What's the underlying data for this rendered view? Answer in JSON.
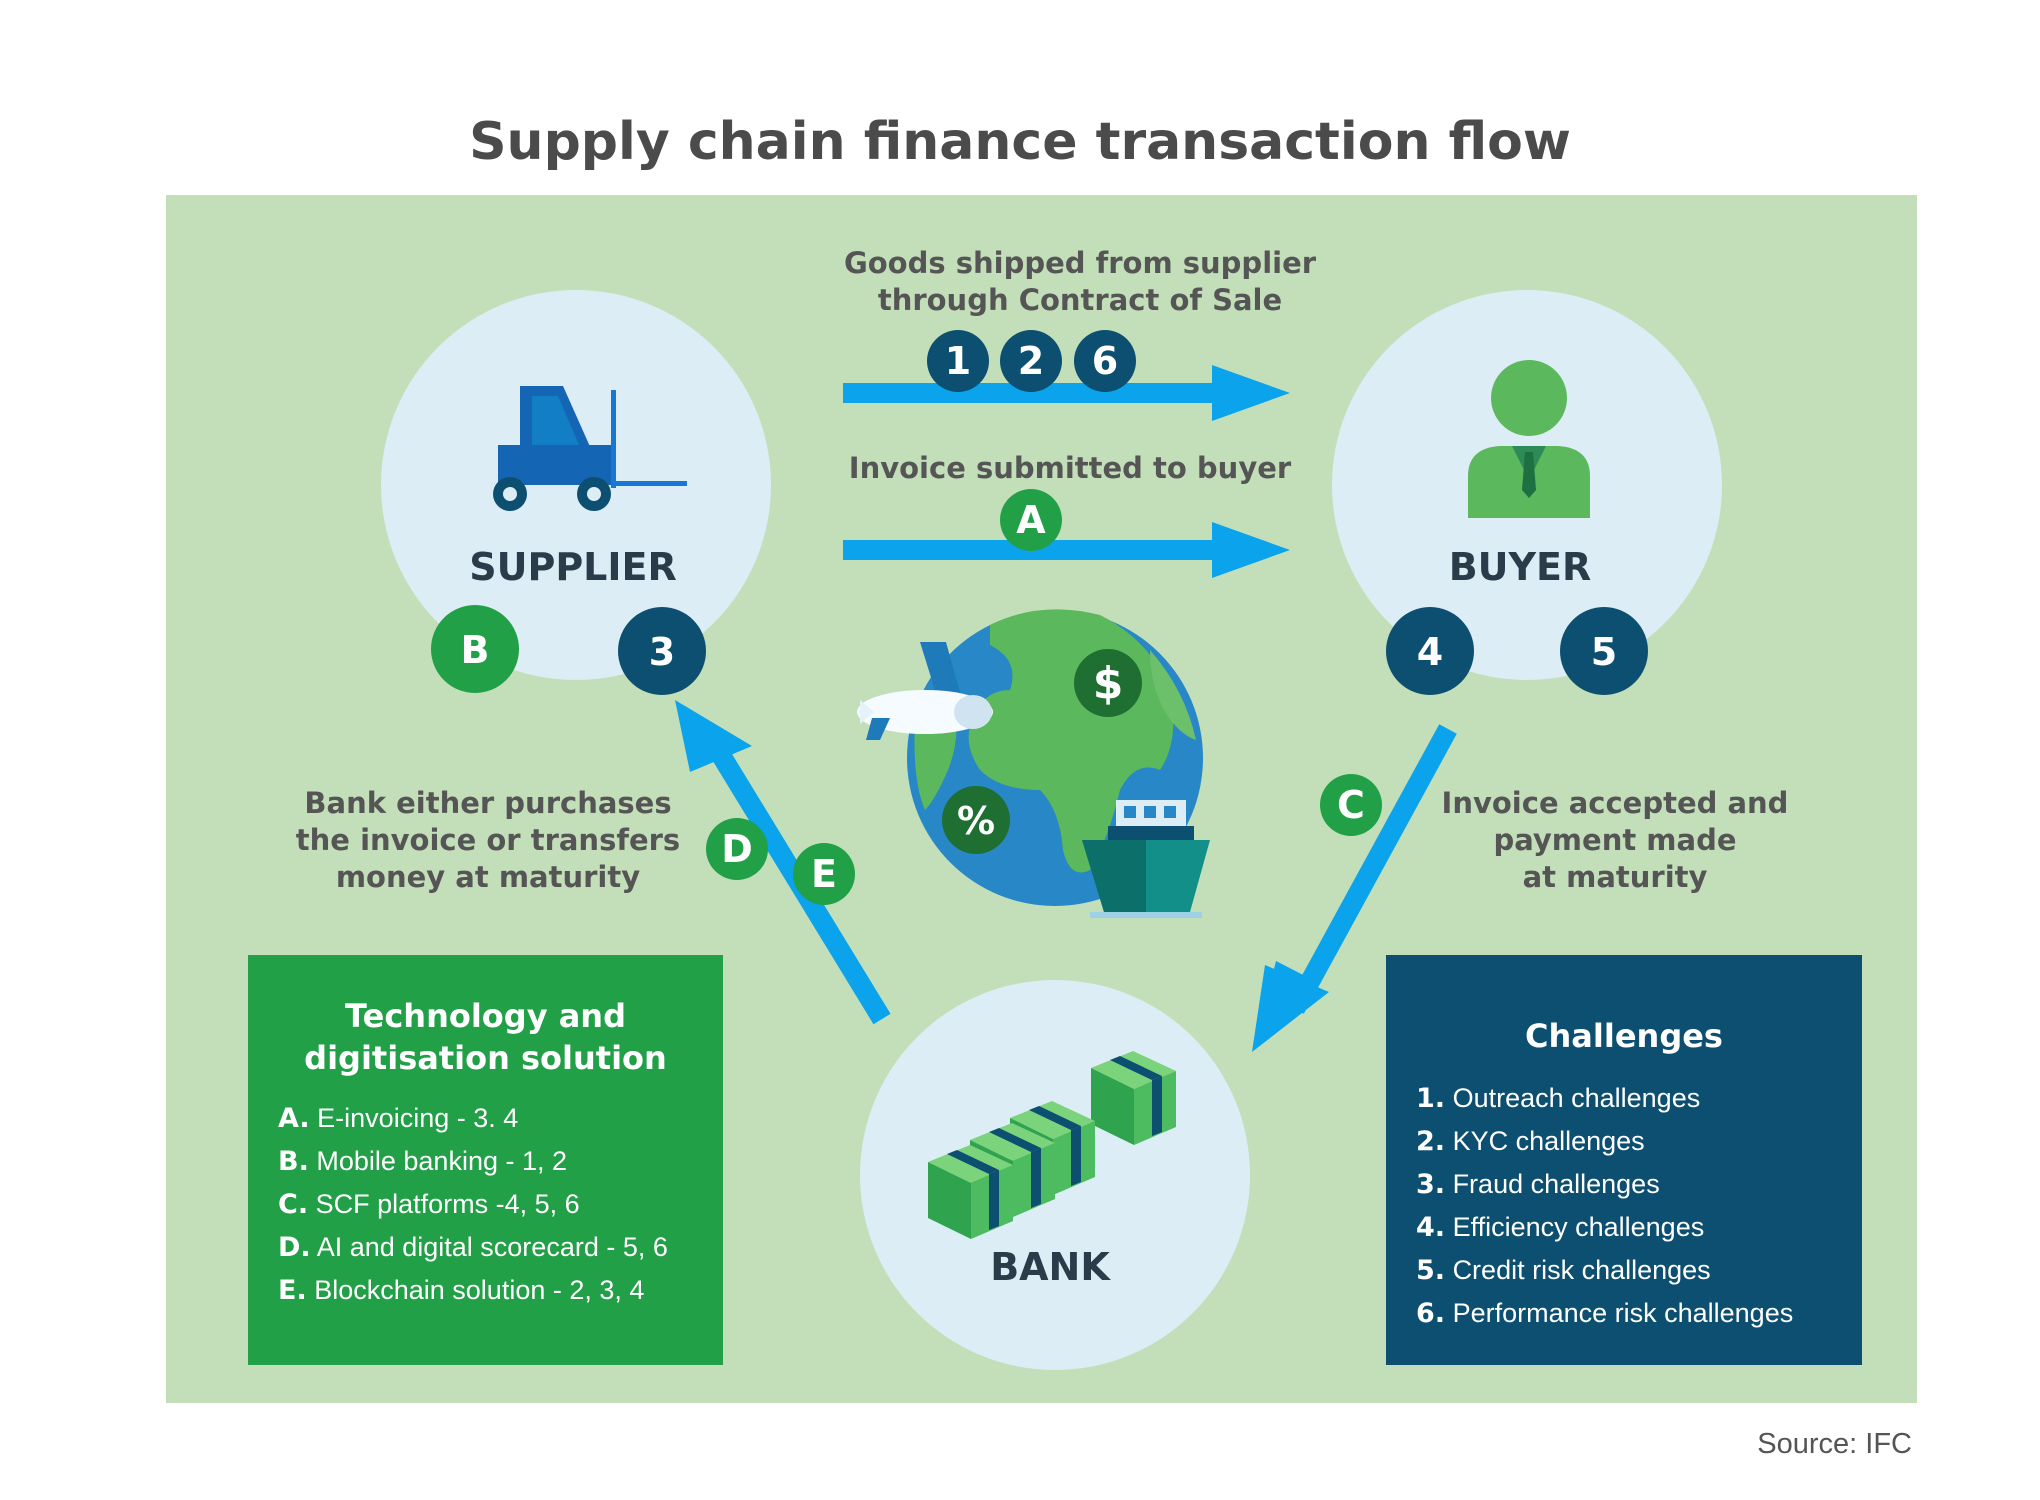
{
  "title": "Supply chain finance transaction flow",
  "nodes": {
    "supplier": "SUPPLIER",
    "buyer": "BUYER",
    "bank": "BANK"
  },
  "flows": {
    "goods_label": [
      "Goods shipped from supplier",
      "through Contract of Sale"
    ],
    "goods_badges": [
      "1",
      "2",
      "6"
    ],
    "invoice_label": "Invoice submitted to buyer",
    "invoice_badge": "A",
    "accepted_label": [
      "Invoice accepted and",
      "payment made",
      "at maturity"
    ],
    "accepted_badge": "C",
    "bank_label": [
      "Bank either purchases",
      "the invoice or transfers",
      "money at maturity"
    ],
    "bank_badges": [
      "D",
      "E"
    ]
  },
  "supplier_badges": [
    "B",
    "3"
  ],
  "buyer_badges": [
    "4",
    "5"
  ],
  "globe_symbols": {
    "dollar": "$",
    "percent": "%"
  },
  "technology": {
    "title_lines": [
      "Technology and",
      "digitisation solution"
    ],
    "items": [
      {
        "key": "A.",
        "text": "E-invoicing - 3. 4"
      },
      {
        "key": "B.",
        "text": "Mobile banking - 1, 2"
      },
      {
        "key": "C.",
        "text": "SCF platforms -4, 5, 6"
      },
      {
        "key": "D.",
        "text": "AI and digital scorecard - 5, 6"
      },
      {
        "key": "E.",
        "text": "Blockchain solution - 2, 3, 4"
      }
    ]
  },
  "challenges": {
    "title": "Challenges",
    "items": [
      {
        "key": "1.",
        "text": " Outreach challenges"
      },
      {
        "key": "2.",
        "text": "KYC challenges"
      },
      {
        "key": "3.",
        "text": "Fraud challenges"
      },
      {
        "key": "4.",
        "text": " Efficiency challenges"
      },
      {
        "key": "5.",
        "text": "Credit risk challenges"
      },
      {
        "key": "6.",
        "text": "Performance risk challenges"
      }
    ]
  },
  "source": "Source: IFC",
  "colors": {
    "panel": "#c3dfb9",
    "circle": "#dcedf6",
    "arrow": "#0aa3ec",
    "badge_green": "#22a047",
    "badge_navy": "#0c4f70",
    "tech_box": "#22a047",
    "challenges_box": "#0c4f70",
    "title_text": "#4b4b4b"
  },
  "icons": [
    "forklift-icon",
    "businessman-icon",
    "globe-icon",
    "airplane-icon",
    "cargo-ship-icon",
    "money-stacks-icon"
  ]
}
